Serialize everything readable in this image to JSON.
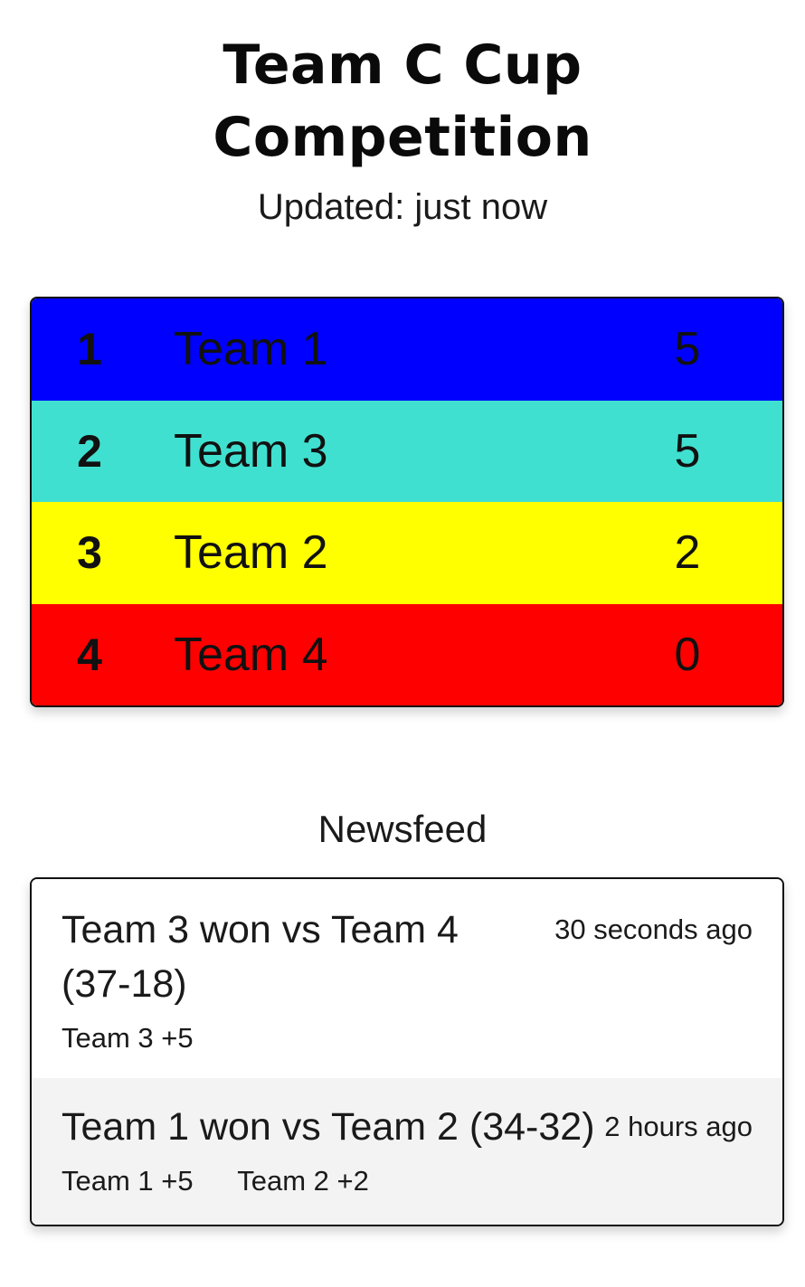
{
  "header": {
    "title": "Team C Cup Competition",
    "updated": "Updated: just now"
  },
  "standings": [
    {
      "rank": "1",
      "team": "Team 1",
      "points": "5",
      "color": "#0000ff"
    },
    {
      "rank": "2",
      "team": "Team 3",
      "points": "5",
      "color": "#40e0d0"
    },
    {
      "rank": "3",
      "team": "Team 2",
      "points": "2",
      "color": "#ffff00"
    },
    {
      "rank": "4",
      "team": "Team 4",
      "points": "0",
      "color": "#ff0000"
    }
  ],
  "newsfeed": {
    "title": "Newsfeed",
    "items": [
      {
        "headline": "Team 3 won vs Team 4 (37-18)",
        "time": "30 seconds ago",
        "deltas": [
          "Team 3 +5"
        ]
      },
      {
        "headline": "Team 1 won vs Team 2 (34-32)",
        "time": "2 hours ago",
        "deltas": [
          "Team 1 +5",
          "Team 2 +2"
        ]
      }
    ]
  }
}
